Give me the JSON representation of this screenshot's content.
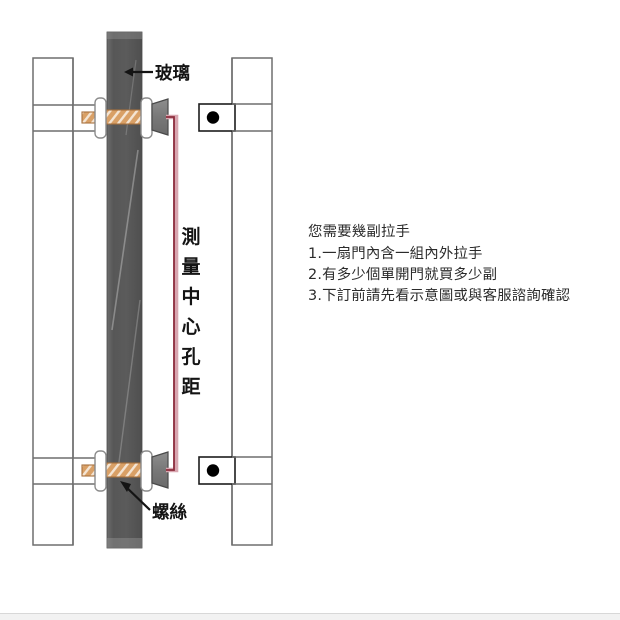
{
  "diagram": {
    "title_alt": "door-pull-handle-installation-diagram",
    "labels": {
      "glass": "玻璃",
      "screw": "螺絲",
      "measure_vertical": "測量中心孔距",
      "measure_vertical_chars": [
        "測",
        "量",
        "中",
        "心",
        "孔",
        "距"
      ]
    },
    "colors": {
      "glass": "#585858",
      "glass_edge": "#6a6a6a",
      "frame_stroke": "#6f6f6f",
      "measure_line": "#8c2c3c",
      "measure_line_light": "#c98f9b",
      "bolt": "#d9a066",
      "bolt_stroke": "#a8713c",
      "handle_base": "#7d7d7d",
      "handle_stroke": "#4a4a4a",
      "washer": "#ffffff",
      "washer_stroke": "#8a8a8a",
      "hole_dot": "#000000",
      "text": "#141414"
    },
    "parts": [
      {
        "name": "glass-panel",
        "label": "玻璃"
      },
      {
        "name": "pull-handle-upper",
        "label": ""
      },
      {
        "name": "pull-handle-lower",
        "label": ""
      },
      {
        "name": "through-bolt-upper",
        "label": "螺絲"
      },
      {
        "name": "through-bolt-lower",
        "label": "螺絲"
      },
      {
        "name": "frame-left",
        "label": ""
      },
      {
        "name": "frame-right",
        "label": ""
      },
      {
        "name": "hole-marker-upper",
        "label": ""
      },
      {
        "name": "hole-marker-lower",
        "label": ""
      }
    ]
  },
  "info": {
    "heading": "您需要幾副拉手",
    "items": [
      "1.一扇門內含一組內外拉手",
      "2.有多少個單開門就買多少副",
      "3.下訂前請先看示意圖或與客服諮詢確認"
    ]
  }
}
